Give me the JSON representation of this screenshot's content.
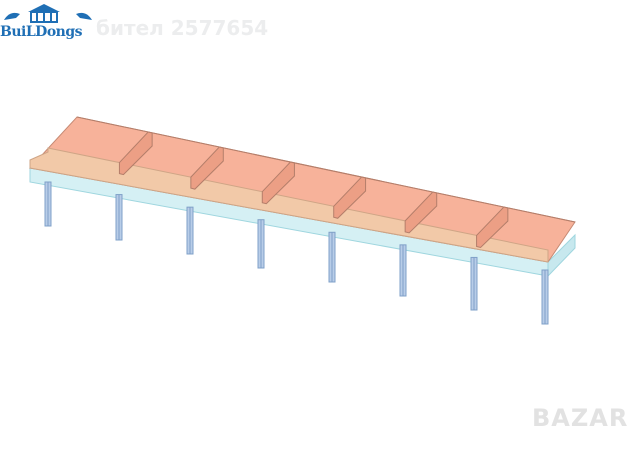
{
  "branding": {
    "logo_text": "BuiLDongs",
    "watermark_text": "бител 2577654",
    "marketplace_watermark": "BAZAR"
  },
  "colors": {
    "roof_panel": "#f7b29a",
    "roof_panel_dark": "#ec9f85",
    "beam_wood": "#f2c9a8",
    "beam_edge": "#cfa586",
    "slab_blue": "#d5f0f4",
    "slab_edge": "#9fd6df",
    "column_blue": "#b8cde8",
    "column_edge": "#7fa0c8",
    "logo_blue": "#1f6fb5"
  },
  "model": {
    "bays": 7,
    "columns": 8,
    "description_icon": "3d-steel-canopy-structure"
  }
}
